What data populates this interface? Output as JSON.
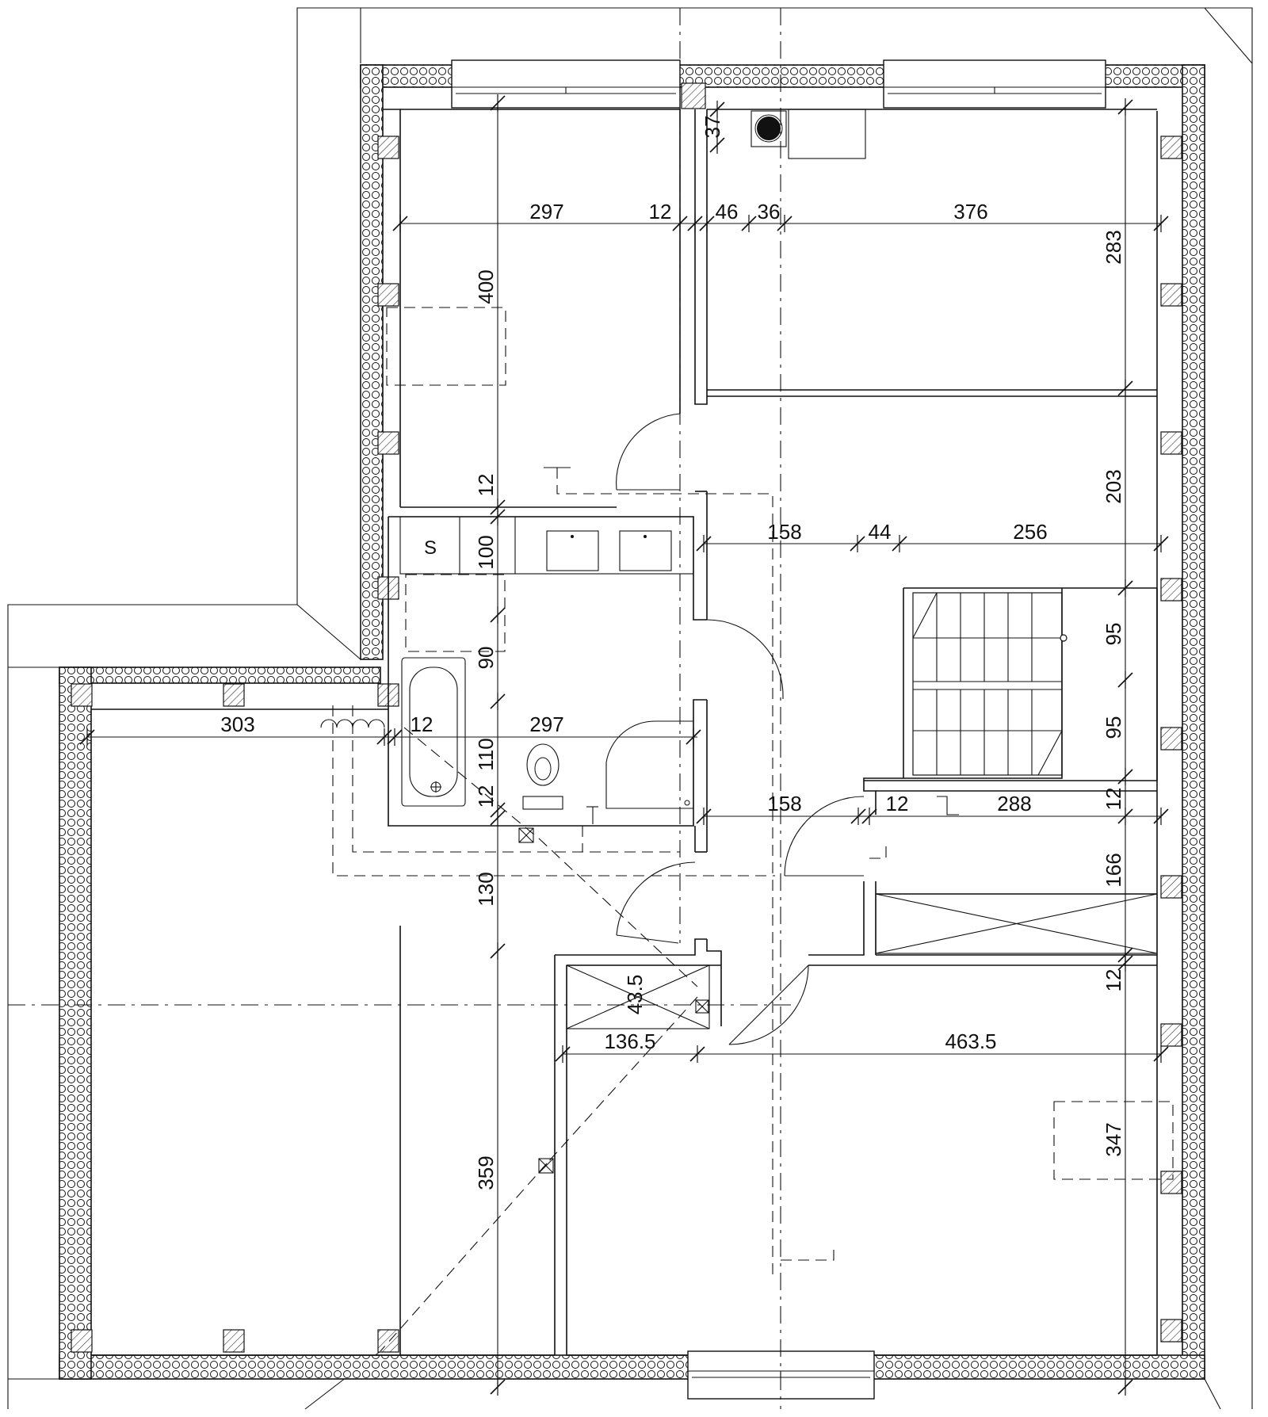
{
  "dimensions": {
    "top_297": "297",
    "top_12": "12",
    "top_46": "46",
    "top_36": "36",
    "top_376": "376",
    "flue_37": "37",
    "v_400": "400",
    "v_283": "283",
    "v_203": "203",
    "v_12a": "12",
    "v_100": "100",
    "v_90": "90",
    "v_110": "110",
    "v_12b": "12",
    "v_130": "130",
    "v_359": "359",
    "v_95a": "95",
    "v_95b": "95",
    "v_12c": "12",
    "v_166": "166",
    "v_12d": "12",
    "v_347": "347",
    "v_43_5": "43.5",
    "mid_158a": "158",
    "mid_44": "44",
    "mid_256": "256",
    "left_303": "303",
    "left_12": "12",
    "bath_297": "297",
    "mid_158b": "158",
    "mid_12": "12",
    "mid_288": "288",
    "low_136_5": "136.5",
    "low_463_5": "463.5"
  },
  "labels": {
    "shower_s": "S"
  }
}
